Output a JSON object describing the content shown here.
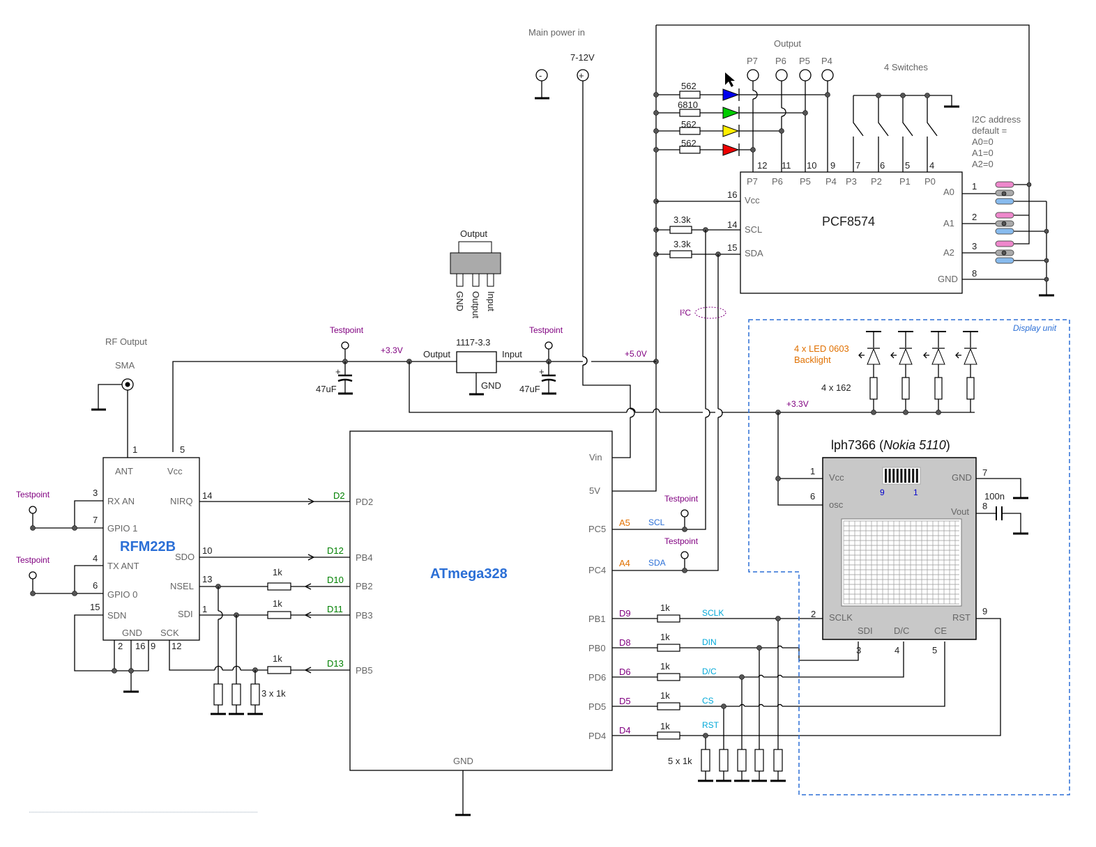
{
  "power": {
    "main_in": "Main power in",
    "voltage": "7-12V",
    "minus": "-",
    "plus": "+"
  },
  "output_leds": {
    "title": "Output",
    "pins": [
      "P7",
      "P6",
      "P5",
      "P4"
    ],
    "resistors": [
      "562",
      "6810",
      "562",
      "562"
    ],
    "led_colors": [
      "#0000ee",
      "#00cc00",
      "#ffee00",
      "#ee0000"
    ]
  },
  "switches": {
    "title": "4 Switches"
  },
  "i2c_note": {
    "l1": "I2C address",
    "l2": "default =",
    "l3": "A0=0",
    "l4": "A1=0",
    "l5": "A2=0"
  },
  "pcf": {
    "name": "PCF8574",
    "top_pins": [
      "P7",
      "P6",
      "P5",
      "P4",
      "P3",
      "P2",
      "P1",
      "P0"
    ],
    "top_nums": [
      "12",
      "11",
      "10",
      "9",
      "7",
      "6",
      "5",
      "4"
    ],
    "vcc": "Vcc",
    "vcc_num": "16",
    "scl": "SCL",
    "scl_num": "14",
    "sda": "SDA",
    "sda_num": "15",
    "a0": "A0",
    "a0_num": "1",
    "a1": "A1",
    "a1_num": "2",
    "a2": "A2",
    "a2_num": "3",
    "gnd": "GND",
    "gnd_num": "8",
    "pullup_scl": "3.3k",
    "pullup_sda": "3.3k"
  },
  "i2c_label": "I²C",
  "regulator_pkg": {
    "title": "Output",
    "pins": [
      "GND",
      "Output",
      "Input"
    ]
  },
  "regulator": {
    "name": "1117-3.3",
    "output": "Output",
    "input": "Input",
    "gnd": "GND"
  },
  "testpoint": "Testpoint",
  "caps": {
    "left": "47uF",
    "right": "47uF",
    "plus": "+"
  },
  "rails": {
    "v33": "+3.3V",
    "v50": "+5.0V",
    "v33b": "+3.3V"
  },
  "rf": {
    "output": "RF Output",
    "sma": "SMA"
  },
  "rfm": {
    "name": "RFM22B",
    "ant": "ANT",
    "vcc": "Vcc",
    "ant_num": "1",
    "vcc_num": "5",
    "rxant": "RX  AN",
    "rxant_num": "3",
    "gpio1": "GPIO  1",
    "gpio1_num": "7",
    "txant": "TX  ANT",
    "txant_num": "4",
    "gpio0": "GPIO  0",
    "gpio0_num": "6",
    "sdn": "SDN",
    "sdn_num": "15",
    "gnd": "GND",
    "sck": "SCK",
    "gnd_nums": [
      "2",
      "16",
      "9"
    ],
    "sck_num": "12",
    "nirq": "NIRQ",
    "nirq_num": "14",
    "sdo": "SDO",
    "sdo_num": "10",
    "nsel": "NSEL",
    "nsel_num": "13",
    "sdi": "SDI",
    "sdi_num": "1"
  },
  "rfm_res": {
    "r1": "1k",
    "r2": "1k",
    "r3": "1k",
    "pulldown": "3 x 1k"
  },
  "atmega": {
    "name": "ATmega328",
    "left_pins": [
      "PD2",
      "PB4",
      "PB2",
      "PB3",
      "PB5"
    ],
    "left_sigs": [
      "D2",
      "D12",
      "D10",
      "D11",
      "D13"
    ],
    "vin": "Vin",
    "v5": "5V",
    "pc5": "PC5",
    "pc4": "PC4",
    "a5": "A5",
    "a4": "A4",
    "scl": "SCL",
    "sda": "SDA",
    "right_pins": [
      "PB1",
      "PB0",
      "PD6",
      "PD5",
      "PD4"
    ],
    "right_sigs": [
      "D9",
      "D8",
      "D6",
      "D5",
      "D4"
    ],
    "right_res": [
      "1k",
      "1k",
      "1k",
      "1k",
      "1k"
    ],
    "right_nets": [
      "SCLK",
      "DIN",
      "D/C",
      "CS",
      "RST"
    ],
    "gnd": "GND",
    "pulldown": "5 x 1k"
  },
  "display": {
    "unit": "Display unit",
    "title_main": "lph7366 (",
    "title_italic": "Nokia 5110",
    "title_end": ")",
    "backlight_l1": "4 x LED 0603",
    "backlight_l2": "Backlight",
    "backlight_res": "4 x 162",
    "vcc": "Vcc",
    "vcc_num": "1",
    "osc": "osc",
    "osc_num": "6",
    "gnd": "GND",
    "gnd_num": "7",
    "vout": "Vout",
    "vout_num": "8",
    "cap": "100n",
    "conn_9": "9",
    "conn_1": "1",
    "sclk": "SCLK",
    "sclk_num": "2",
    "rst": "RST",
    "rst_num": "9",
    "sdi": "SDI",
    "sdi_num": "3",
    "dc": "D/C",
    "dc_num": "4",
    "ce": "CE",
    "ce_num": "5"
  }
}
